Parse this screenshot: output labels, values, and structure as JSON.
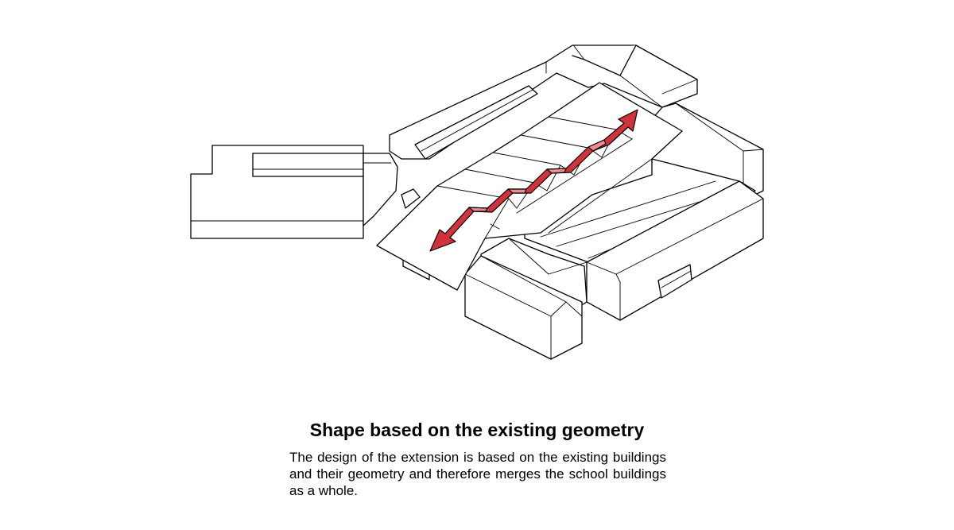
{
  "caption": {
    "title": "Shape based on the existing geometry",
    "body": "The design of the extension is based on the existing buildings and their geometry and therefore merges the school buildings as a whole."
  },
  "colors": {
    "arrow": "#d2323c",
    "arrow_light": "#f08a8f",
    "linework": "#000000",
    "background": "#ffffff"
  },
  "diagram": {
    "kind": "axonometric line drawing",
    "arrow": "double-headed"
  }
}
